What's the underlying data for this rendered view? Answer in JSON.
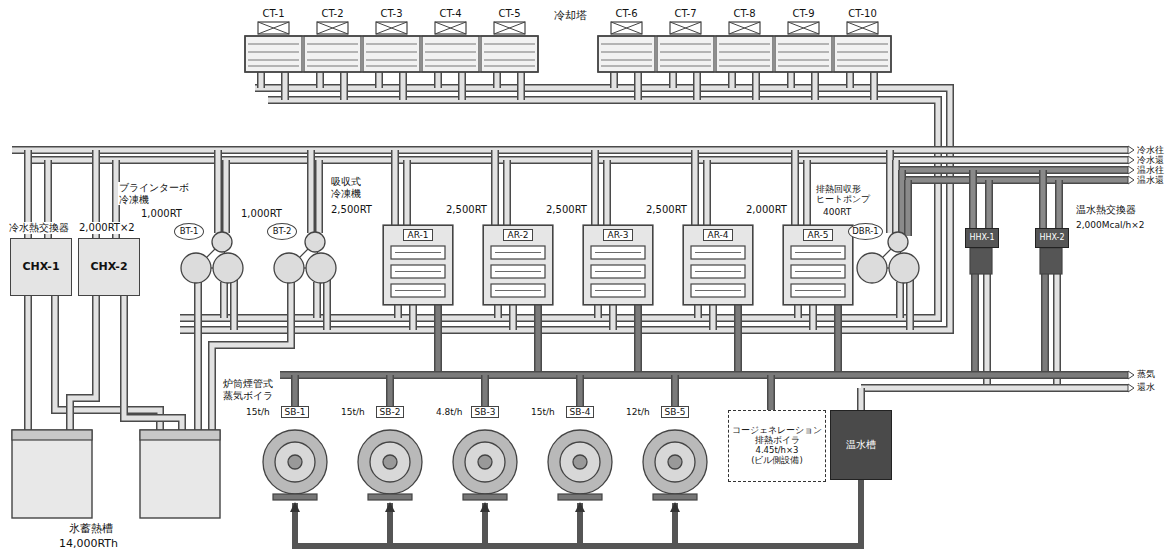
{
  "diagram": {
    "nodes": [
      {
        "text": [
          "CT-1"
        ]
      },
      {
        "text": [
          "CT-2"
        ]
      },
      {
        "text": [
          "CT-3"
        ]
      },
      {
        "text": [
          "CT-4"
        ]
      },
      {
        "text": [
          "CT-5"
        ]
      },
      {
        "text": [
          "CT-6"
        ]
      },
      {
        "text": [
          "CT-7"
        ]
      },
      {
        "text": [
          "CT-8"
        ]
      },
      {
        "text": [
          "CT-9"
        ]
      },
      {
        "text": [
          "CT-10"
        ]
      },
      {
        "text": [
          "CHX-1"
        ]
      },
      {
        "text": [
          "CHX-2"
        ]
      },
      {
        "text": [
          "BT-1"
        ]
      },
      {
        "text": [
          "BT-2"
        ]
      },
      {
        "text": [
          "AR-1"
        ]
      },
      {
        "text": [
          "AR-2"
        ]
      },
      {
        "text": [
          "AR-3"
        ]
      },
      {
        "text": [
          "AR-4"
        ]
      },
      {
        "text": [
          "AR-5"
        ]
      },
      {
        "text": [
          "DBR-1"
        ]
      },
      {
        "text": [
          "HHX-1"
        ]
      },
      {
        "text": [
          "HHX-2"
        ]
      },
      {
        "text": [
          "SB-1"
        ]
      },
      {
        "text": [
          "SB-2"
        ]
      },
      {
        "text": [
          "SB-3"
        ]
      },
      {
        "text": [
          "SB-4"
        ]
      },
      {
        "text": [
          "SB-5"
        ]
      },
      {
        "text": [
          "コージェネレーション 排熱ボイラ 4.45t/h×3 (ビル側設備)"
        ]
      },
      {
        "text": [
          "温水槽"
        ]
      }
    ],
    "edges": [
      {
        "from": 28,
        "to": 22,
        "arrow": "to"
      },
      {
        "from": 28,
        "to": 23,
        "arrow": "to"
      },
      {
        "from": 28,
        "to": 24,
        "arrow": "to"
      },
      {
        "from": 28,
        "to": 25,
        "arrow": "to"
      },
      {
        "from": 28,
        "to": 26,
        "arrow": "to"
      }
    ],
    "labels": [
      "冷却塔",
      "冷水往",
      "冷水還",
      "温水往",
      "温水還",
      "冷水熱交換器",
      "2,000RT×2",
      "ブラインターボ 冷凍機",
      "1,000RT",
      "1,000RT",
      "吸収式 冷凍機",
      "2,500RT",
      "2,500RT",
      "2,500RT",
      "2,500RT",
      "2,000RT",
      "排熱回収形 ヒートポンプ",
      "400RT",
      "温水熱交換器",
      "2,000Mcal/h×2",
      "蒸気",
      "還水",
      "炉筒煙管式 蒸気ボイラ",
      "15t/h",
      "15t/h",
      "4.8t/h",
      "15t/h",
      "12t/h",
      "氷蓄熱槽",
      "14,000RTh"
    ]
  }
}
